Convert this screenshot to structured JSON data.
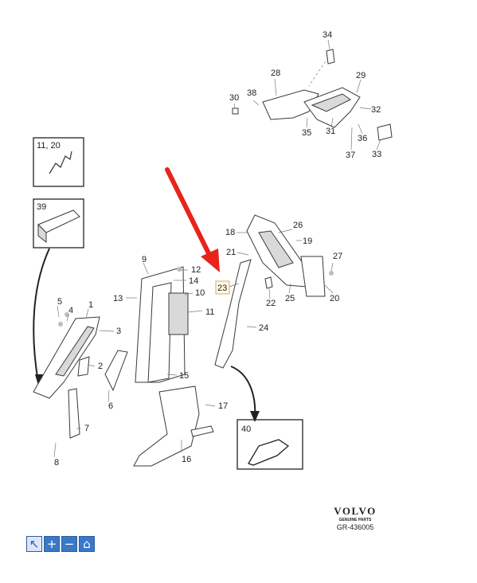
{
  "diagram": {
    "callouts": [
      "1",
      "2",
      "3",
      "4",
      "5",
      "6",
      "7",
      "8",
      "9",
      "10",
      "11",
      "12",
      "13",
      "14",
      "15",
      "16",
      "17",
      "18",
      "19",
      "20",
      "21",
      "22",
      "23",
      "24",
      "25",
      "26",
      "27",
      "28",
      "29",
      "30",
      "31",
      "32",
      "33",
      "34",
      "35",
      "36",
      "37",
      "38",
      "39",
      "40"
    ],
    "inset_labels": {
      "clip": "11, 20",
      "handle": "39",
      "seal": "40"
    },
    "highlighted_callout": "23",
    "accent_color": "#e8231c"
  },
  "brand": {
    "name": "VOLVO",
    "subtitle": "GENUINE PARTS",
    "code": "GR-436005"
  },
  "toolbar": {
    "icons": [
      "cursor-icon",
      "zoom-in-icon",
      "zoom-out-icon",
      "home-icon"
    ],
    "glyphs": [
      "↖",
      "+",
      "−",
      "⌂"
    ]
  }
}
